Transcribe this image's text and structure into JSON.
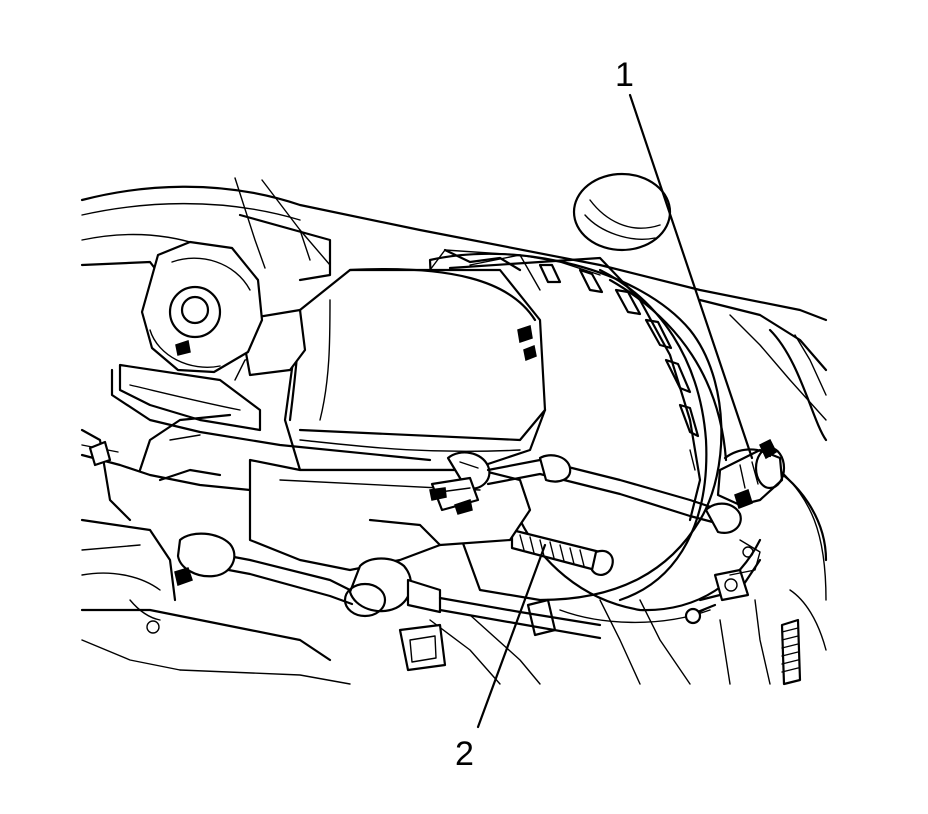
{
  "callouts": [
    {
      "id": "1",
      "text": "1"
    },
    {
      "id": "2",
      "text": "2"
    }
  ],
  "colors": {
    "line": "#000000",
    "background": "#ffffff"
  }
}
